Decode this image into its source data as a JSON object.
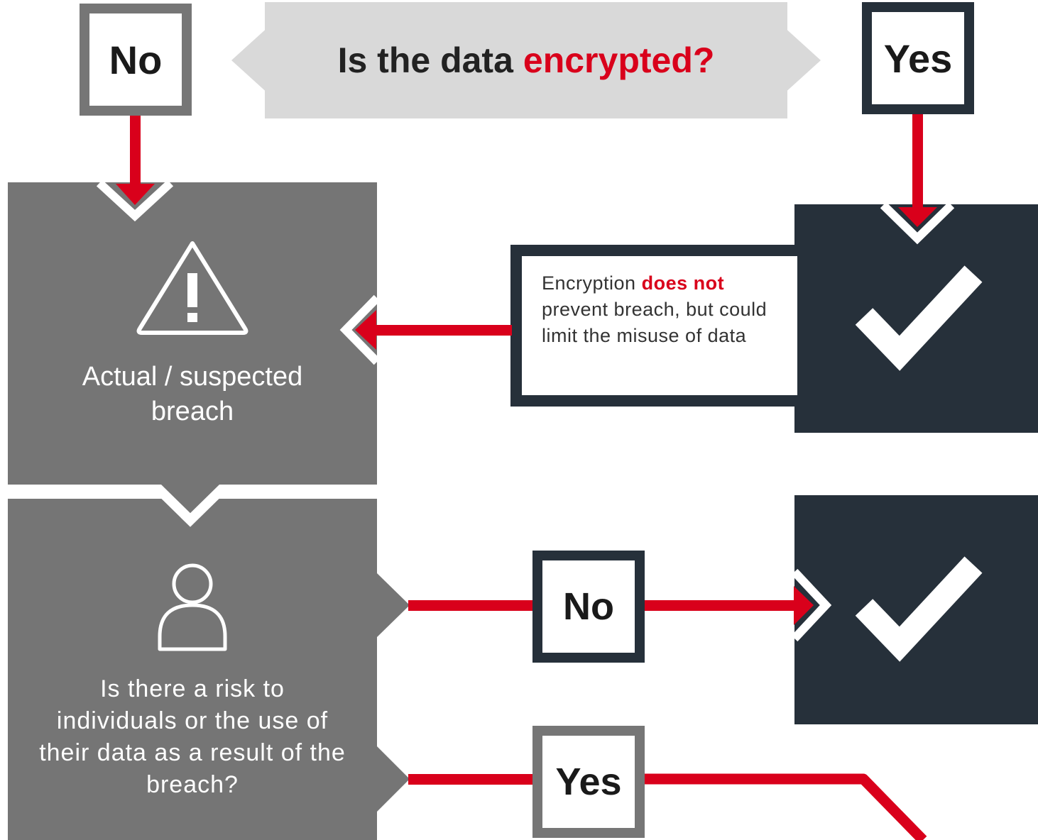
{
  "question": {
    "prefix": "Is the data",
    "highlight": "encrypted?"
  },
  "top_no_label": "No",
  "top_yes_label": "Yes",
  "breach_label": {
    "line1": "Actual / suspected",
    "line2": "breach"
  },
  "encryption_note": {
    "prefix": "Encryption",
    "highlight": "does not",
    "rest": "prevent breach, but could limit the misuse of data"
  },
  "risk_question": "Is there a risk to individuals or the use of their data as a result of the breach?",
  "risk_no_label": "No",
  "risk_yes_label": "Yes",
  "icons": [
    "warning-icon",
    "person-icon",
    "checkmark-icon",
    "checkmark-icon"
  ],
  "colors": {
    "accent": "#d9001b",
    "gray_panel": "#757575",
    "dark_panel": "#26303a",
    "banner": "#d9d9d9"
  }
}
